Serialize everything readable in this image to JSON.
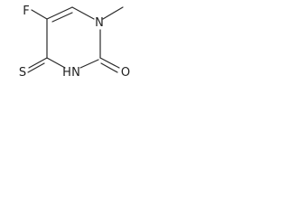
{
  "molecule": {
    "atoms": {
      "fluorine": "F",
      "n1": "N",
      "n3": "N",
      "n3_hydrogen": "H",
      "oxygen": "O",
      "sulfur": "S"
    },
    "colors": {
      "ink": "#1f1f1f",
      "background": "#ffffff"
    }
  }
}
